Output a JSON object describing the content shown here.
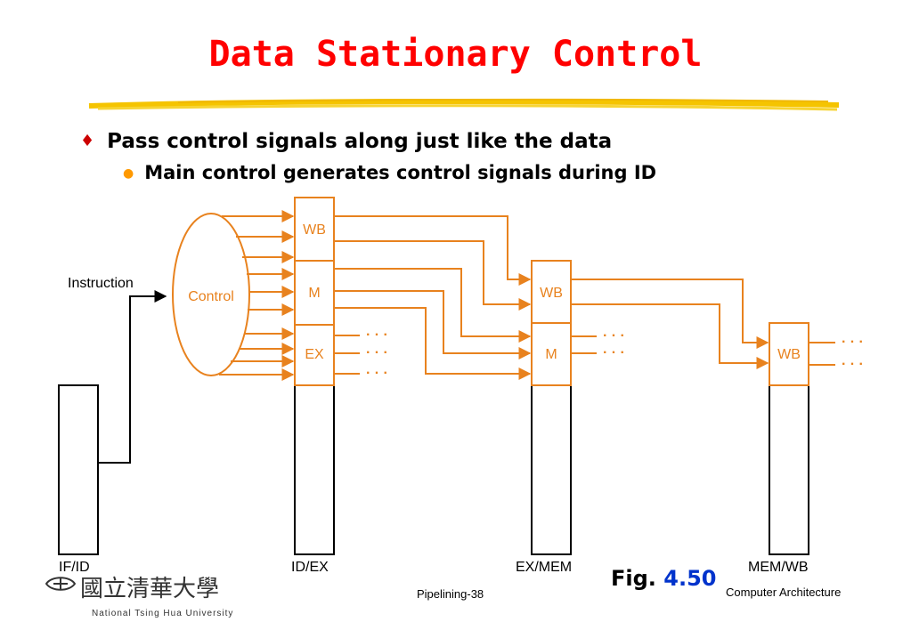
{
  "title": "Data Stationary Control",
  "bullets": [
    {
      "text": "Pass control signals along just like the data",
      "sub": [
        "Main control generates control signals during ID"
      ]
    }
  ],
  "diagram": {
    "instruction_label": "Instruction",
    "control_label": "Control",
    "idex_fields": [
      "WB",
      "M",
      "EX"
    ],
    "exmem_fields": [
      "WB",
      "M"
    ],
    "memwb_fields": [
      "WB"
    ],
    "ellipsis": "· · ·",
    "register_labels": [
      "IF/ID",
      "ID/EX",
      "EX/MEM",
      "MEM/WB"
    ]
  },
  "figure": {
    "prefix": "Fig.",
    "number": "4.50"
  },
  "footer": {
    "page": "Pipelining-38",
    "course": "Computer Architecture",
    "university_cn": "國立清華大學",
    "university_en": "National Tsing Hua University"
  },
  "colors": {
    "title": "#ff0000",
    "accent": "#e8821e",
    "fig_number": "#0033cc",
    "rule": "#f5c400"
  }
}
